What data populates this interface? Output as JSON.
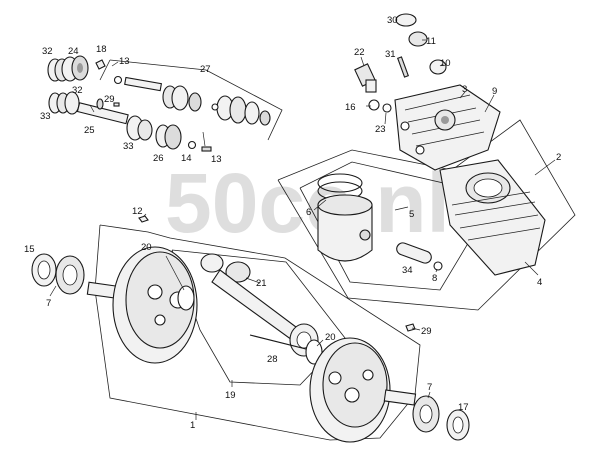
{
  "watermark": "50cc.nl",
  "callouts": {
    "c1": "1",
    "c2": "2",
    "c3": "3",
    "c4": "4",
    "c5": "5",
    "c6": "6",
    "c7a": "7",
    "c7b": "7",
    "c8": "8",
    "c9": "9",
    "c10": "10",
    "c11": "11",
    "c12": "12",
    "c13a": "13",
    "c13b": "13",
    "c14": "14",
    "c15": "15",
    "c16": "16",
    "c17": "17",
    "c18": "18",
    "c19": "19",
    "c20a": "20",
    "c20b": "20",
    "c21": "21",
    "c22": "22",
    "c23": "23",
    "c24": "24",
    "c25": "25",
    "c26": "26",
    "c27": "27",
    "c28": "28",
    "c29a": "29",
    "c29b": "29",
    "c30": "30",
    "c31": "31",
    "c32a": "32",
    "c32b": "32",
    "c33a": "33",
    "c33b": "33",
    "c34": "34"
  },
  "colors": {
    "ink": "#1a1a1a",
    "part_fill": "#f2f2f2",
    "shade": "#9a9a9a",
    "watermark": "#d9d9d9"
  }
}
